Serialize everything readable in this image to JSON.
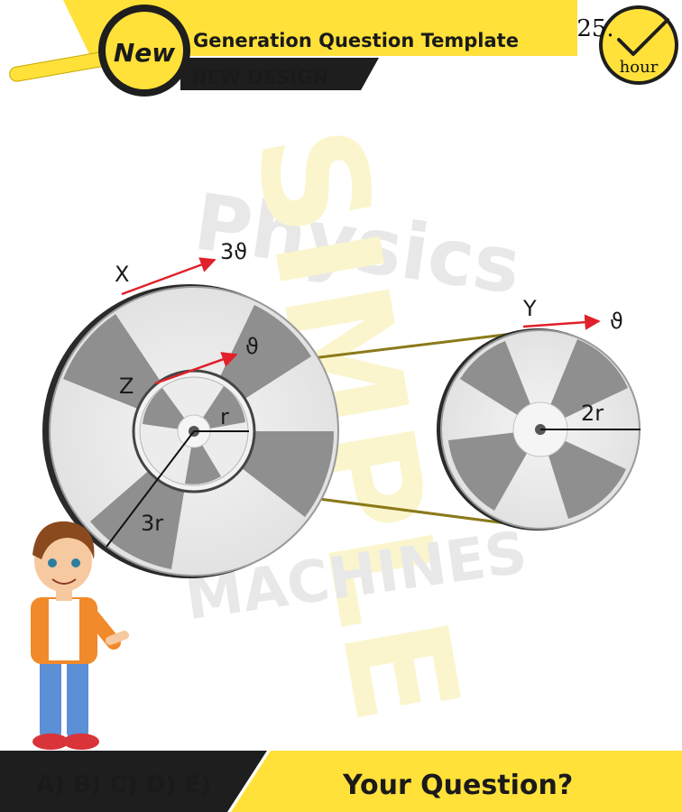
{
  "header": {
    "badge": "New",
    "title": "Generation Question Template",
    "subtitle": "NEW DESIGN",
    "clock_number": "25.",
    "clock_unit": "hour"
  },
  "watermark": {
    "line1": "Physics",
    "line2": "SIMPLE",
    "line3": "MACHINES"
  },
  "diagram": {
    "label_x": "X",
    "label_y": "Y",
    "label_z": "Z",
    "vel_x": "3ϑ",
    "vel_z": "ϑ",
    "vel_y": "ϑ",
    "radius_inner": "r",
    "radius_outer": "3r",
    "radius_right": "2r"
  },
  "footer": {
    "options": "A) B) C) D) E)",
    "question": "Your Question?"
  },
  "colors": {
    "accent_yellow": "#ffe13a",
    "dark_band": "#1e1e1e",
    "arrow_red": "#e0202a",
    "belt": "#8a7a1a"
  },
  "icons": {
    "magnifier": "magnifier-icon",
    "clock": "checkmark-clock-icon",
    "character": "boy-pointing-illustration"
  }
}
